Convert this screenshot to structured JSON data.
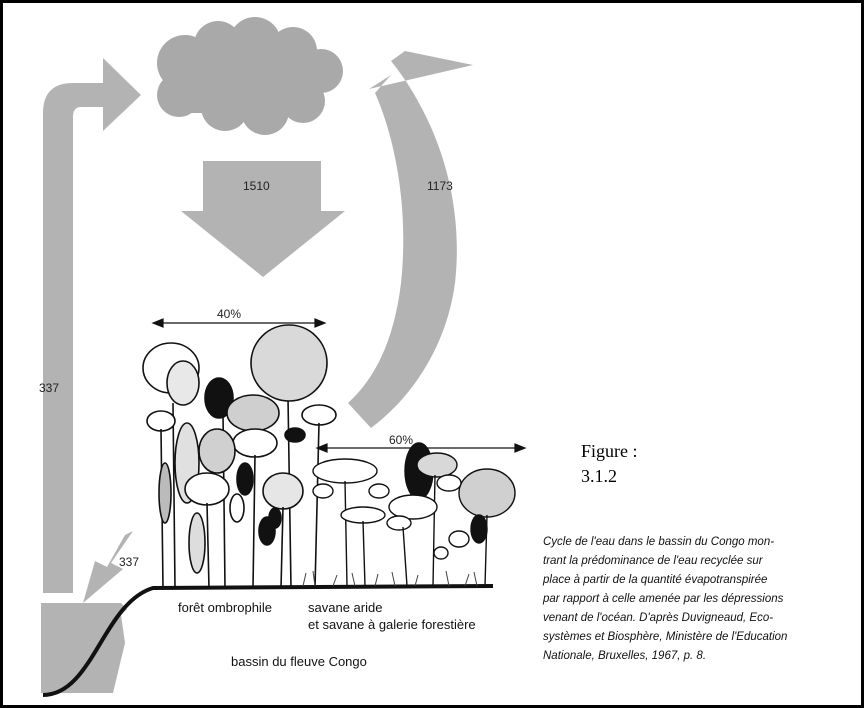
{
  "values": {
    "precip": "1510",
    "evapo": "1173",
    "runoff": "337",
    "ocean_input": "337",
    "pct_forest": "40%",
    "pct_savanna": "60%"
  },
  "labels": {
    "forest": "forêt ombrophile",
    "savanna_line1": "savane aride",
    "savanna_line2": "et savane à galerie forestière",
    "basin": "bassin du fleuve Congo"
  },
  "figure": {
    "label_line1": "Figure :",
    "label_line2": "3.1.2"
  },
  "caption": {
    "line1": "Cycle de l'eau dans le bassin du Congo mon-",
    "line2": "trant la prédominance de l'eau recyclée sur",
    "line3": "place à partir de la quantité évapotranspirée",
    "line4": "par rapport à celle amenée par les dépressions",
    "line5": "venant de l'océan. D'après Duvigneaud, Eco-",
    "line6": "systèmes et Biosphère, Ministère de l'Education",
    "line7": "Nationale, Bruxelles, 1967, p. 8."
  },
  "colors": {
    "arrow": "#b3b3b3",
    "ink": "#111111"
  }
}
